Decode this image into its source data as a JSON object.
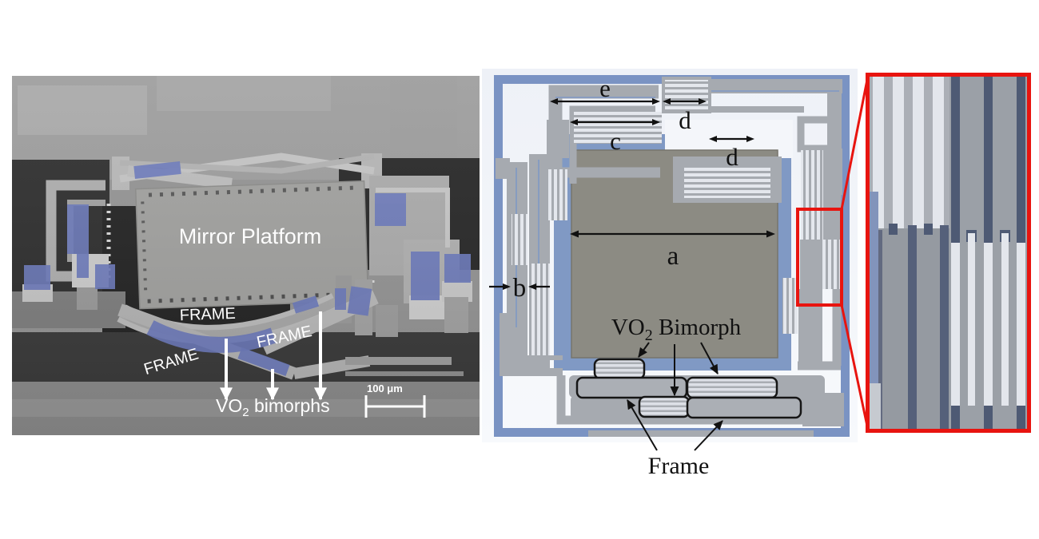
{
  "figure": {
    "panels": {
      "sem": {
        "platform_label": "Mirror Platform",
        "frame_label_top": "FRAME",
        "frame_label_mid": "FRAME",
        "frame_label_bottom": "FRAME",
        "bimorph_prefix": "VO",
        "bimorph_sub": "2",
        "bimorph_suffix": " bimorphs",
        "scalebar_label": "100 μm"
      },
      "schematic": {
        "dim_e": "e",
        "dim_d_top": "d",
        "dim_c": "c",
        "dim_d_side": "d",
        "dim_a": "a",
        "dim_b": "b",
        "bimorph_prefix": "VO",
        "bimorph_sub": "2",
        "bimorph_suffix": " Bimorph",
        "frame_label": "Frame"
      }
    },
    "colors": {
      "ring_blue": "#7a93c3",
      "cavity_blue": "#8099c4",
      "platform_gray": "#8c8b83",
      "arm_gray": "#a6aab0",
      "stripe_light": "#e4e7ed",
      "stripe_dark": "#4e5a74",
      "vo2_blue": "#6c7abc",
      "highlight_red": "#e8140f"
    }
  }
}
